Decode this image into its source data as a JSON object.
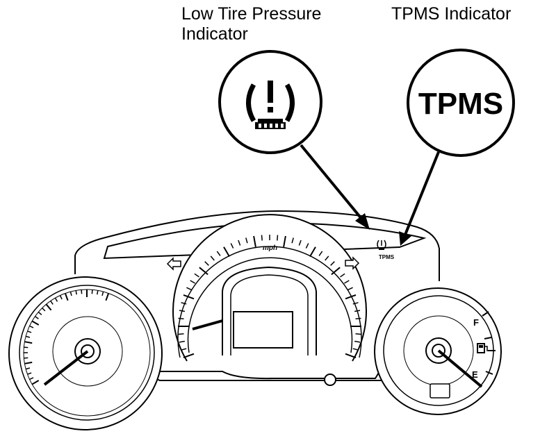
{
  "callouts": {
    "low_tire_line1": "Low Tire Pressure",
    "low_tire_line2": "Indicator",
    "tpms_indicator": "TPMS Indicator"
  },
  "zoom_badges": {
    "tpms_text": "TPMS"
  },
  "cluster": {
    "speed_unit": "mph",
    "tpms_small": "TPMS",
    "fuel_full": "F",
    "fuel_empty": "E"
  },
  "colors": {
    "ink": "#000000",
    "paper": "#ffffff"
  },
  "icons": [
    "low-tire-pressure-icon",
    "left-turn-arrow-icon",
    "right-turn-arrow-icon",
    "fuel-pump-icon",
    "trip-reset-knob-icon"
  ]
}
